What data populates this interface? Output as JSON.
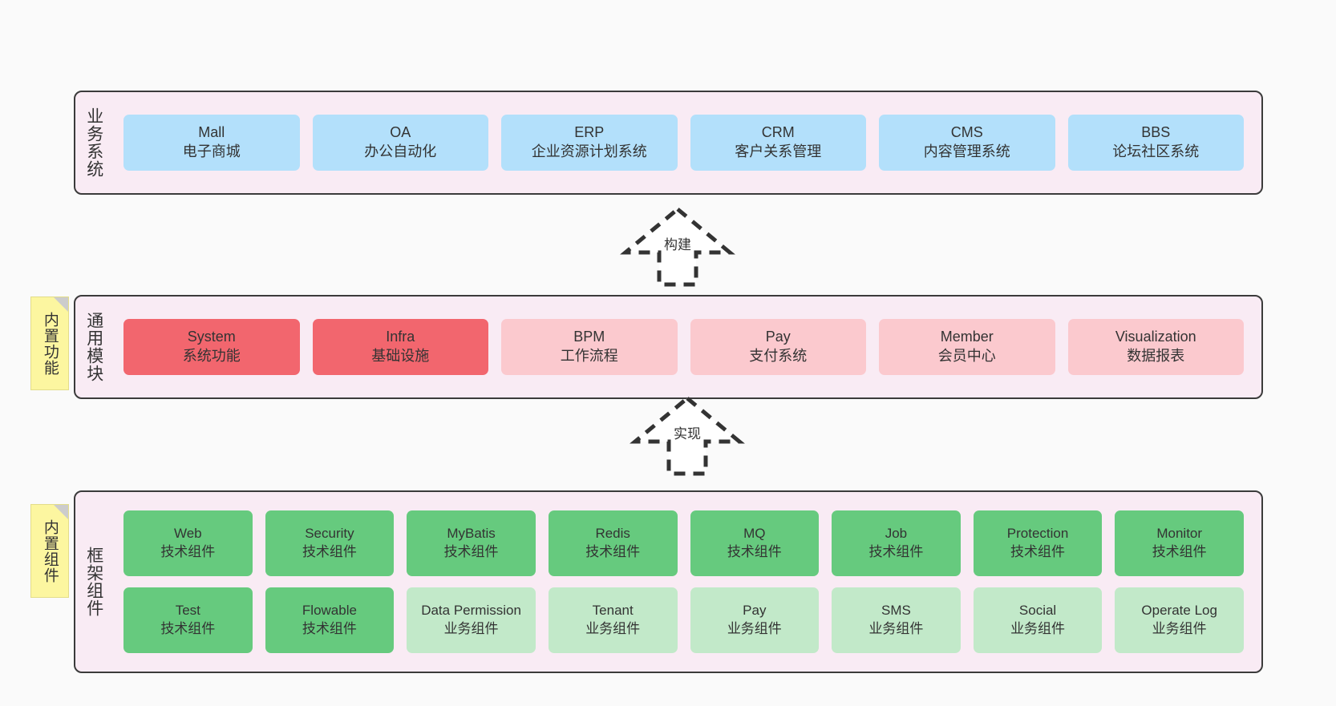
{
  "diagram": {
    "title_hidden": "",
    "colors": {
      "panel_bg": "#f9ebf4",
      "panel_border": "#3b3b3b",
      "business_box": "#b3e0fb",
      "module_core_box": "#f2666e",
      "module_box": "#fbc9ce",
      "tech_component_box": "#66ca7e",
      "business_component_box": "#c2e9c9",
      "sticky_note": "#fcf6a0",
      "canvas_bg": "#fafafa"
    }
  },
  "layers": {
    "business": {
      "label": "业务系统",
      "items": [
        {
          "en": "Mall",
          "cn": "电子商城"
        },
        {
          "en": "OA",
          "cn": "办公自动化"
        },
        {
          "en": "ERP",
          "cn": "企业资源计划系统"
        },
        {
          "en": "CRM",
          "cn": "客户关系管理"
        },
        {
          "en": "CMS",
          "cn": "内容管理系统"
        },
        {
          "en": "BBS",
          "cn": "论坛社区系统"
        }
      ]
    },
    "modules": {
      "label": "通用模块",
      "sticky": "内置功能",
      "items": [
        {
          "en": "System",
          "cn": "系统功能",
          "variant": "c-red"
        },
        {
          "en": "Infra",
          "cn": "基础设施",
          "variant": "c-red"
        },
        {
          "en": "BPM",
          "cn": "工作流程",
          "variant": "c-pink"
        },
        {
          "en": "Pay",
          "cn": "支付系统",
          "variant": "c-pink"
        },
        {
          "en": "Member",
          "cn": "会员中心",
          "variant": "c-pink"
        },
        {
          "en": "Visualization",
          "cn": "数据报表",
          "variant": "c-pink"
        }
      ]
    },
    "framework": {
      "label": "框架组件",
      "sticky": "内置组件",
      "row1": [
        {
          "en": "Web",
          "cn": "技术组件",
          "variant": "c-green"
        },
        {
          "en": "Security",
          "cn": "技术组件",
          "variant": "c-green"
        },
        {
          "en": "MyBatis",
          "cn": "技术组件",
          "variant": "c-green"
        },
        {
          "en": "Redis",
          "cn": "技术组件",
          "variant": "c-green"
        },
        {
          "en": "MQ",
          "cn": "技术组件",
          "variant": "c-green"
        },
        {
          "en": "Job",
          "cn": "技术组件",
          "variant": "c-green"
        },
        {
          "en": "Protection",
          "cn": "技术组件",
          "variant": "c-green"
        },
        {
          "en": "Monitor",
          "cn": "技术组件",
          "variant": "c-green"
        }
      ],
      "row2": [
        {
          "en": "Test",
          "cn": "技术组件",
          "variant": "c-green"
        },
        {
          "en": "Flowable",
          "cn": "技术组件",
          "variant": "c-green"
        },
        {
          "en": "Data Permission",
          "cn": "业务组件",
          "variant": "c-lightgreen"
        },
        {
          "en": "Tenant",
          "cn": "业务组件",
          "variant": "c-lightgreen"
        },
        {
          "en": "Pay",
          "cn": "业务组件",
          "variant": "c-lightgreen"
        },
        {
          "en": "SMS",
          "cn": "业务组件",
          "variant": "c-lightgreen"
        },
        {
          "en": "Social",
          "cn": "业务组件",
          "variant": "c-lightgreen"
        },
        {
          "en": "Operate Log",
          "cn": "业务组件",
          "variant": "c-lightgreen"
        }
      ]
    }
  },
  "connectors": [
    {
      "id": "build",
      "label": "构建",
      "direction": "up",
      "style": "dashed-hollow-arrow"
    },
    {
      "id": "implement",
      "label": "实现",
      "direction": "up",
      "style": "dashed-hollow-arrow"
    }
  ]
}
